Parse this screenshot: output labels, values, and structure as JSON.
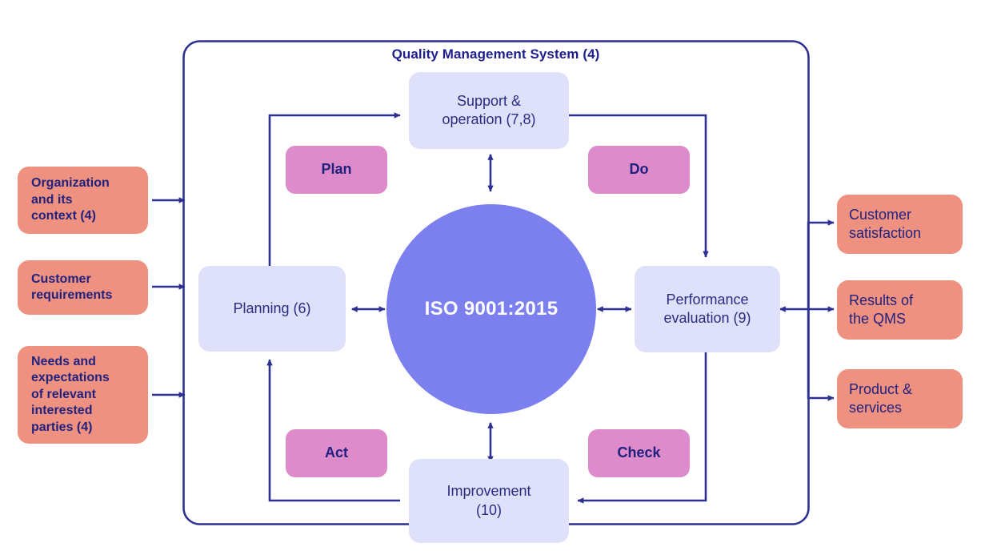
{
  "diagram": {
    "title": "Quality Management System (4)",
    "core": {
      "label": "ISO 9001:2015"
    },
    "colors": {
      "process_box": "#DFE0FA",
      "pdca_box": "#DE8BCC",
      "side_box": "#EE9180",
      "core_circle": "#7B80EE",
      "line": "#2E3191",
      "text_navy": "#2B2D83",
      "background": "#FFFFFF"
    },
    "process_nodes": [
      {
        "id": "support",
        "label": "Support &\noperation (7,8)",
        "line1": "Support &",
        "line2": "operation (7,8)"
      },
      {
        "id": "performance",
        "label": "Performance\nevaluation (9)",
        "line1": "Performance",
        "line2": "evaluation (9)"
      },
      {
        "id": "improvement",
        "label": "Improvement\n(10)",
        "line1": "Improvement",
        "line2": "(10)"
      },
      {
        "id": "planning",
        "label": "Planning (6)",
        "line1": "Planning (6)",
        "line2": ""
      }
    ],
    "pdca_nodes": [
      {
        "id": "plan",
        "label": "Plan"
      },
      {
        "id": "do",
        "label": "Do"
      },
      {
        "id": "check",
        "label": "Check"
      },
      {
        "id": "act",
        "label": "Act"
      }
    ],
    "inputs": [
      {
        "id": "organization",
        "lines": [
          "Organization",
          "and its",
          "context (4)"
        ]
      },
      {
        "id": "customer-requirements",
        "lines": [
          "Customer",
          "requirements"
        ]
      },
      {
        "id": "needs-expectations",
        "lines": [
          "Needs and",
          "expectations",
          "of relevant",
          "interested",
          "parties (4)"
        ]
      }
    ],
    "outputs": [
      {
        "id": "customer-satisfaction",
        "lines": [
          "Customer",
          "satisfaction"
        ]
      },
      {
        "id": "results-of-the-qms",
        "lines": [
          "Results of",
          "the QMS"
        ]
      },
      {
        "id": "product-services",
        "lines": [
          "Product &",
          "services"
        ]
      }
    ]
  }
}
